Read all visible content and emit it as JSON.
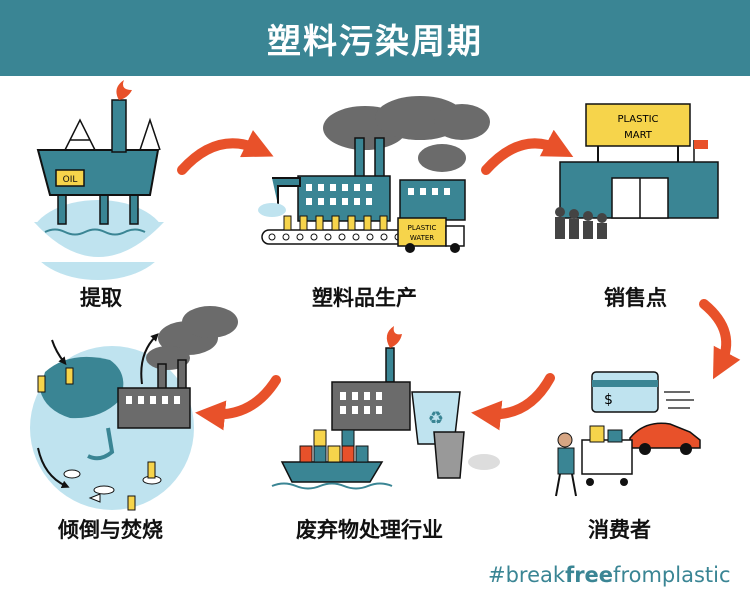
{
  "title": "塑料污染周期",
  "stages": [
    {
      "id": "extraction",
      "label": "提取"
    },
    {
      "id": "production",
      "label": "塑料品生产"
    },
    {
      "id": "point-of-sale",
      "label": "销售点"
    },
    {
      "id": "consumer",
      "label": "消费者"
    },
    {
      "id": "waste-industry",
      "label": "废弃物处理行业"
    },
    {
      "id": "dumping-burning",
      "label": "倾倒与焚烧"
    }
  ],
  "signs": {
    "oil": "OIL",
    "mart_line1": "PLASTIC",
    "mart_line2": "MART",
    "truck_line1": "PLASTIC",
    "truck_line2": "WATER",
    "card_symbol": "$"
  },
  "footer": {
    "hashtag_pre": "#break",
    "hashtag_bold": "free",
    "hashtag_post": "fromplastic"
  },
  "colors": {
    "teal": "#3a8594",
    "arrow": "#e8512a",
    "water": "#bfe3ef",
    "smoke": "#6b6b6b",
    "sign": "#f6d44b"
  }
}
